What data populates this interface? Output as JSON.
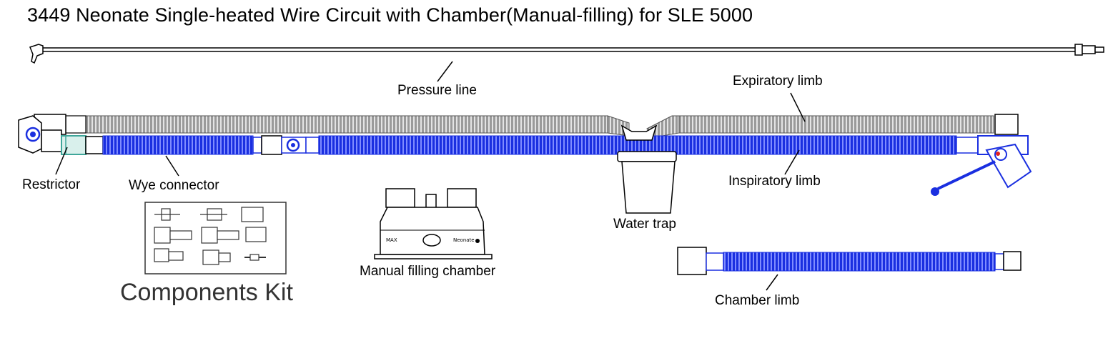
{
  "title": "3449 Neonate Single-heated Wire Circuit with Chamber(Manual-filling) for SLE 5000",
  "labels": {
    "pressure_line": "Pressure line",
    "expiratory_limb": "Expiratory limb",
    "restrictor": "Restrictor",
    "wye_connector": "Wye connector",
    "inspiratory_limb": "Inspiratory limb",
    "water_trap": "Water trap",
    "manual_filling_chamber": "Manual filling chamber",
    "chamber_limb": "Chamber limb",
    "components_kit": "Components Kit"
  },
  "chamber_text": {
    "max": "MAX",
    "brand": "Neonate"
  },
  "colors": {
    "inspiratory_blue": "#1a2fe0",
    "expiratory_gray": "#8a8a8a",
    "restrictor_teal": "#3fa69a",
    "outline": "#000000"
  }
}
